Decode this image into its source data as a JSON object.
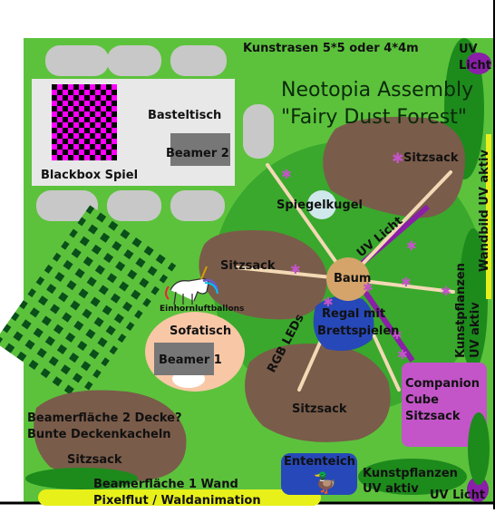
{
  "title": {
    "line1": "Neotopia Assembly",
    "line2": "\"Fairy Dust Forest\""
  },
  "labels": {
    "kunstrasen": "Kunstrasen 5*5 oder 4*4m",
    "uv_licht_top_1": "UV",
    "uv_licht_top_2": "Licht",
    "basteltisch": "Basteltisch",
    "beamer2": "Beamer 2",
    "blackbox": "Blackbox Spiel",
    "sitzsack_top_right": "Sitzsack",
    "spiegelkugel": "Spiegelkugel",
    "uv_licht_diag": "UV Licht",
    "wandbild": "Wandbild UV aktiv",
    "sitzsack_left": "Sitzsack",
    "baum": "Baum",
    "einhorn": "Einhornluftballons",
    "kunstpflanzen_right_1": "Kunstpflanzen",
    "kunstpflanzen_right_2": "UV aktiv",
    "sofatisch": "Sofatisch",
    "regal_1": "Regal mit",
    "regal_2": "Brettspielen",
    "rgb_leds": "RGB LEDs",
    "beamer1": "Beamer 1",
    "companion_1": "Companion",
    "companion_2": "Cube",
    "companion_3": "Sitzsack",
    "sitzsack_bottom_center": "Sitzsack",
    "beamerflaeche2_1": "Beamerfläche 2 Decke?",
    "beamerflaeche2_2": "Bunte Deckenkacheln",
    "sitzsack_bottom_left": "Sitzsack",
    "ententeich": "Ententeich",
    "kunstpflanzen_bottom_1": "Kunstpflanzen",
    "kunstpflanzen_bottom_2": "UV aktiv",
    "beamerflaeche1_1": "Beamerfläche 1 Wand",
    "beamerflaeche1_2": "Pixelflut / Waldanimation",
    "uv_licht_bottom": "UV Licht"
  },
  "colors": {
    "grass": "#5cc23c",
    "forest_circle": "#3aa82c",
    "dark_green": "#1d8a1c",
    "sitzsack_brown": "#7a5c4a",
    "purple": "#8a1fa8",
    "magenta": "#c355c8",
    "sofa_peach": "#f8c7a6",
    "baum_tan": "#d4a46a",
    "regal_blue": "#2748b8",
    "uv_yellow": "#e8f01a",
    "checker_magenta": "#ff00ff"
  }
}
